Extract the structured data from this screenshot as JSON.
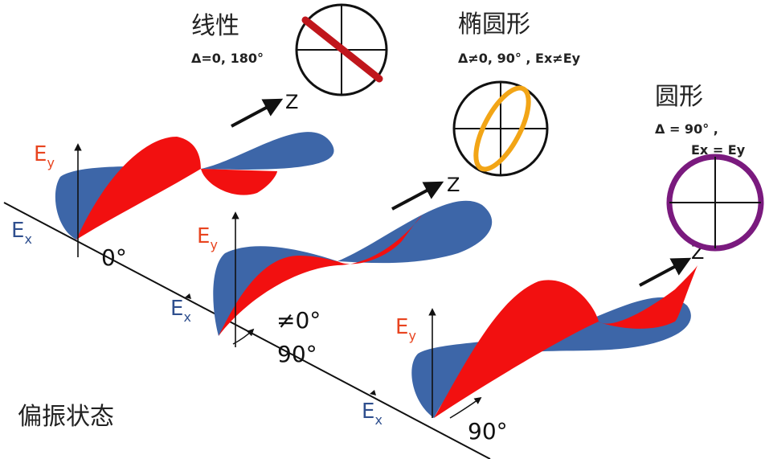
{
  "title_bottom": "偏振状态",
  "panels": [
    {
      "name": "线性",
      "condition": "Δ=0, 180°",
      "ey": "E",
      "ey_sub": "y",
      "ex": "E",
      "ex_sub": "x",
      "z": "Z",
      "angle": "0°",
      "ellipse_color": "#c0161c"
    },
    {
      "name": "椭圆形",
      "condition": "Δ≠0, 90° , Ex≠Ey",
      "ey": "E",
      "ey_sub": "y",
      "ex": "E",
      "ex_sub": "x",
      "z": "Z",
      "angle_a": "≠0°",
      "angle_b": "90°",
      "ellipse_color": "#f2a516"
    },
    {
      "name": "圆形",
      "condition": "Δ = 90° ,",
      "condition2": "Ex = Ey",
      "ey": "E",
      "ey_sub": "y",
      "ex": "E",
      "ex_sub": "x",
      "z": "Z",
      "angle": "90°",
      "ellipse_color": "#7a1a7e"
    }
  ],
  "colors": {
    "red_wave": "#f21010",
    "blue_wave": "#3d66a8",
    "ey_label": "#e8441f",
    "ex_label": "#2f4f8e"
  }
}
